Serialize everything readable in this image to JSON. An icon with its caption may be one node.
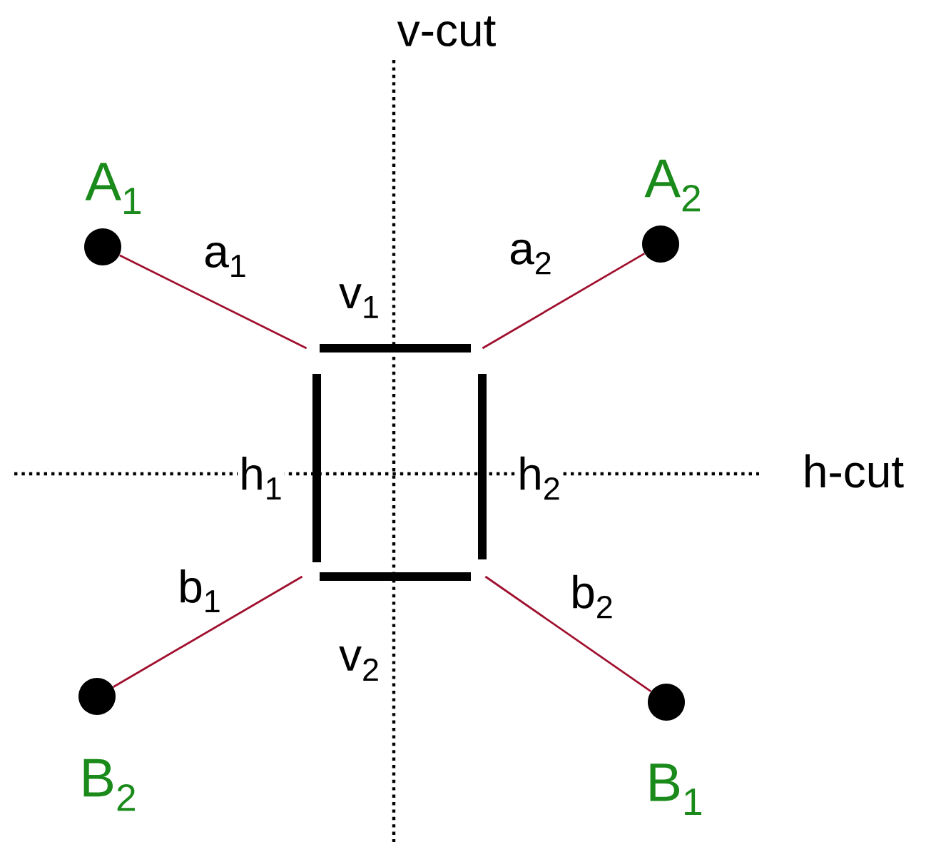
{
  "diagram": {
    "nodes": [
      {
        "text": [],
        "shape": "circle",
        "beside": [
          "A$_{1}$"
        ]
      },
      {
        "text": [],
        "shape": "circle",
        "beside": [
          "A$_{2}$"
        ]
      },
      {
        "text": [],
        "shape": "bar",
        "beside": [
          "v$_{1}$"
        ]
      },
      {
        "text": [],
        "shape": "bar",
        "beside": [
          "h$_{1}$"
        ]
      },
      {
        "text": [],
        "shape": "bar",
        "beside": [
          "h$_{2}$"
        ]
      },
      {
        "text": [],
        "shape": "bar",
        "beside": [
          "v$_{2}$"
        ]
      },
      {
        "text": [],
        "shape": "circle",
        "beside": [
          "B$_{2}$"
        ]
      },
      {
        "text": [],
        "shape": "circle",
        "beside": [
          "B$_{1}$"
        ]
      }
    ],
    "edges": [
      {
        "from": 0,
        "to": 2,
        "arrow": "none",
        "label": "a$_{1}$"
      },
      {
        "from": 1,
        "to": 2,
        "arrow": "none",
        "label": "a$_{2}$"
      },
      {
        "from": 6,
        "to": 5,
        "arrow": "none",
        "label": "b$_{1}$"
      },
      {
        "from": 7,
        "to": 5,
        "arrow": "none",
        "label": "b$_{2}$"
      }
    ],
    "labels": [
      "v-cut",
      "h-cut"
    ]
  }
}
